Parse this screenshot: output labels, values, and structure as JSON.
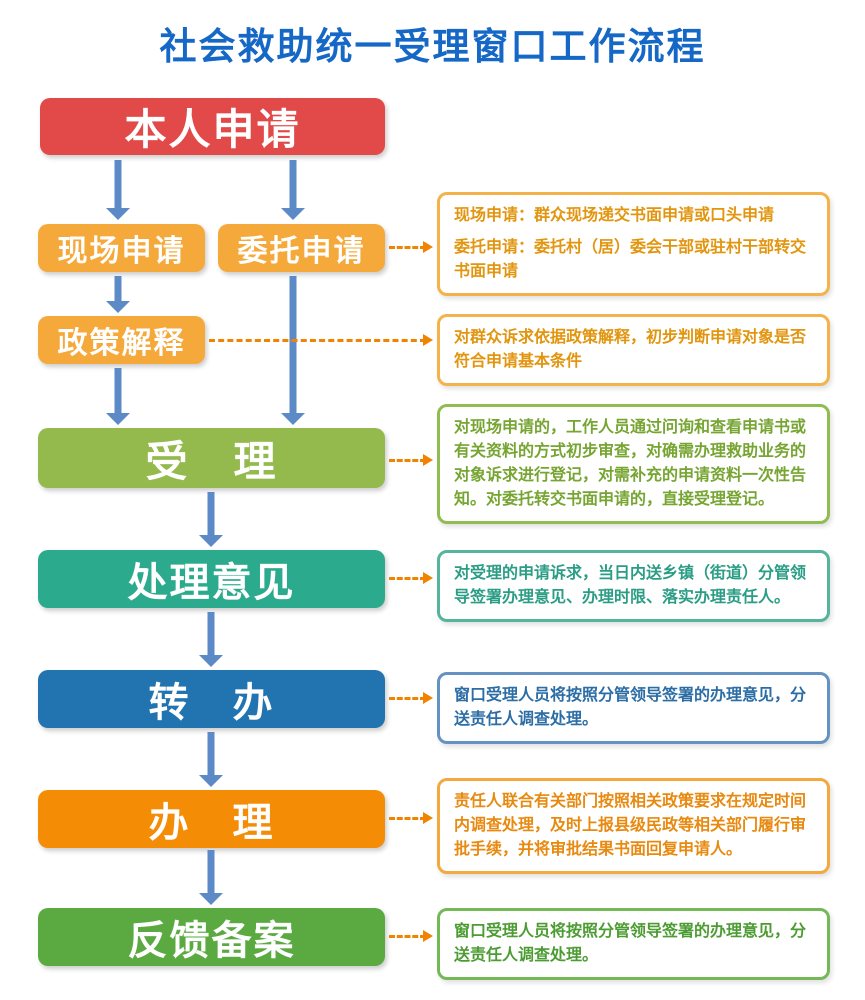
{
  "title": "社会救助统一受理窗口工作流程",
  "colors": {
    "title": "#1668c7",
    "flow_arrow": "#5b8ac6",
    "note_arrow": "#f08300"
  },
  "steps": {
    "personal_application": {
      "label": "本人申请",
      "color": "#e24a4a"
    },
    "onsite_application": {
      "label": "现场申请",
      "color": "#f6a93b"
    },
    "entrusted_application": {
      "label": "委托申请",
      "color": "#f6a93b"
    },
    "policy_explanation": {
      "label": "政策解释",
      "color": "#f6a93b"
    },
    "acceptance": {
      "label": "受　理",
      "color": "#94b94d"
    },
    "processing_opinion": {
      "label": "处理意见",
      "color": "#2caa8e"
    },
    "transfer": {
      "label": "转　办",
      "color": "#2274b0"
    },
    "handling": {
      "label": "办　理",
      "color": "#f48c06"
    },
    "feedback_filing": {
      "label": "反馈备案",
      "color": "#5aaa41"
    }
  },
  "notes": {
    "application_types": {
      "border": "#f4b34a",
      "text_color": "#e2950f",
      "items": [
        "现场申请：群众现场递交书面申请或口头申请",
        "委托申请：委托村（居）委会干部或驻村干部转交书面申请"
      ]
    },
    "policy_explanation": {
      "border": "#f4b34a",
      "text_color": "#e2950f",
      "text": "对群众诉求依据政策解释，初步判断申请对象是否符合申请基本条件"
    },
    "acceptance": {
      "border": "#8fbd52",
      "text_color": "#76a532",
      "text": "对现场申请的，工作人员通过问询和查看申请书或有关资料的方式初步审查，对确需办理救助业务的对象诉求进行登记，对需补充的申请资料一次性告知。对委托转交书面申请的，直接受理登记。"
    },
    "processing_opinion": {
      "border": "#56b49c",
      "text_color": "#2b9d85",
      "text": "对受理的申请诉求，当日内送乡镇（街道）分管领导签署办理意见、办理时限、落实办理责任人。"
    },
    "transfer": {
      "border": "#6493c3",
      "text_color": "#2c6da5",
      "text": "窗口受理人员将按照分管领导签署的办理意见，分送责任人调查处理。"
    },
    "handling": {
      "border": "#f3a93f",
      "text_color": "#e88910",
      "text": "责任人联合有关部门按照相关政策要求在规定时间内调查处理，及时上报县级民政等相关部门履行审批手续，并将审批结果书面回复申请人。"
    },
    "feedback_filing": {
      "border": "#74b858",
      "text_color": "#4c9c33",
      "text": "窗口受理人员将按照分管领导签署的办理意见，分送责任人调查处理。"
    }
  }
}
